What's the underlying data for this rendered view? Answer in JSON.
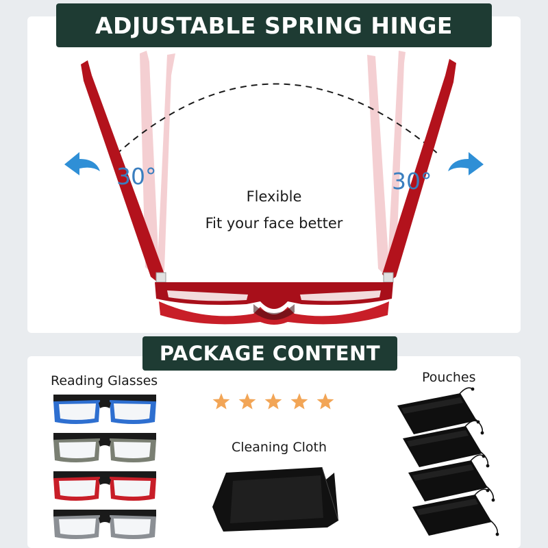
{
  "header": {
    "title": "ADJUSTABLE SPRING HINGE"
  },
  "hinge": {
    "angle_left": "30°",
    "angle_right": "30°",
    "line1": "Flexible",
    "line2": "Fit your face better"
  },
  "package": {
    "title": "PACKAGE CONTENT",
    "reading_label": "Reading Glasses",
    "pouches_label": "Pouches",
    "cloth_label": "Cleaning Cloth",
    "stars": 5
  },
  "colors": {
    "banner": "#1e3b33",
    "frame_red": "#b3121c",
    "arrow_blue": "#2f8fd6",
    "star": "#f2a556",
    "angle_text": "#3a7ebf"
  },
  "glasses_variants": [
    {
      "color": "#2e6fd0",
      "name": "blue"
    },
    {
      "color": "#7a7f73",
      "name": "tortoise"
    },
    {
      "color": "#c81e28",
      "name": "red"
    },
    {
      "color": "#8b8f94",
      "name": "gray"
    }
  ]
}
